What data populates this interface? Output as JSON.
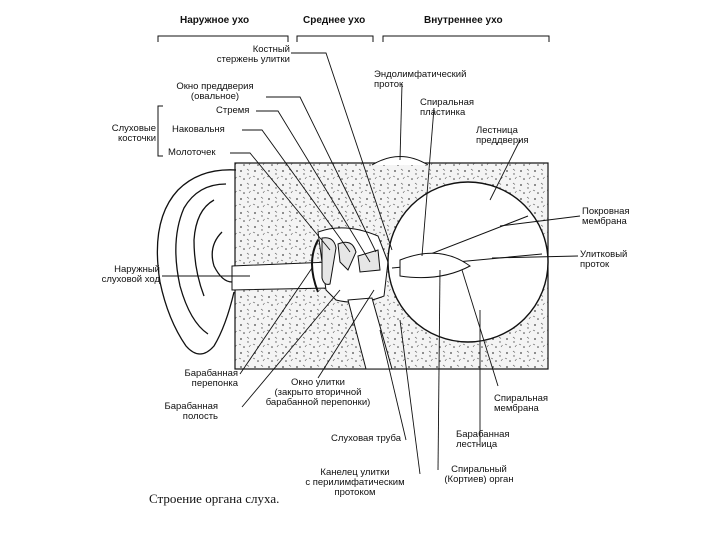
{
  "headers": {
    "outer": "Наружное ухо",
    "middle": "Среднее ухо",
    "inner": "Внутреннее ухо"
  },
  "labels": {
    "bony_core": "Костный\nстержень улитки",
    "oval_window": "Окно преддверия\n(овальное)",
    "ossicles_group": "Слуховые\nкосточки",
    "stapes": "Стремя",
    "incus": "Наковальня",
    "malleus": "Молоточек",
    "ear_canal": "Наружный\nслуховой ход",
    "eardrum": "Барабанная\nперепонка",
    "tympanic_cavity": "Барабанная\nполость",
    "round_window": "Окно улитки\n(закрыто вторичной\nбарабанной перепонки)",
    "eustachian": "Слуховая труба",
    "cochlear_aqueduct": "Канелец улитки\nс перилимфатическим\nпротоком",
    "organ_corti": "Спиральный\n(Кортиев) орган",
    "scala_tympani": "Барабанная\nлестница",
    "spiral_membrane": "Спиральная\nмембрана",
    "cochlear_duct": "Улитковый\nпроток",
    "tectorial": "Покровная\nмембрана",
    "scala_vestibuli": "Лестница\nпреддверия",
    "spiral_lamina": "Спиральная\nпластинка",
    "endolymph_duct": "Эндолимфатический\nпроток"
  },
  "caption": "Строение органа слуха."
}
